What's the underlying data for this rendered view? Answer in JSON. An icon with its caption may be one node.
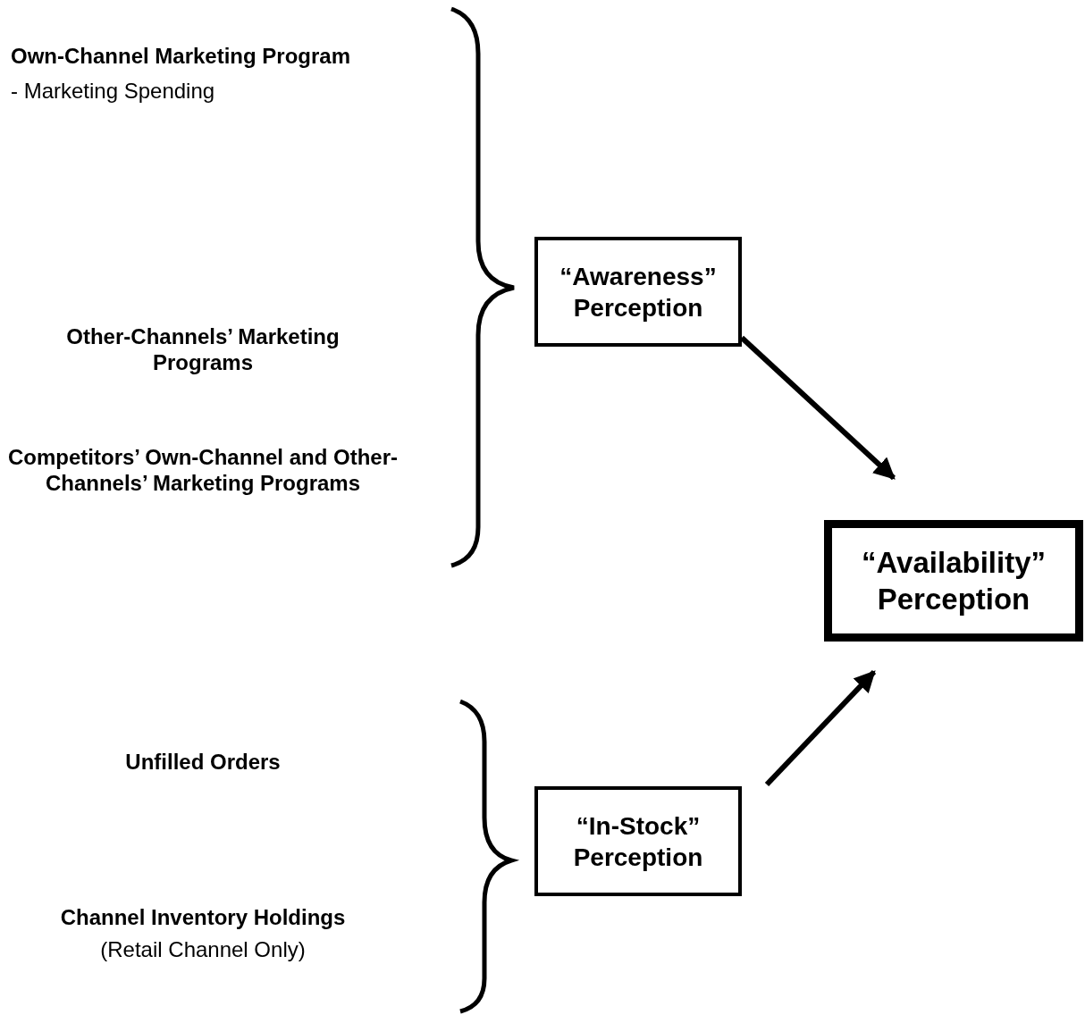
{
  "diagram": {
    "nodes": [
      {
        "text": [
          "“Awareness” Perception"
        ]
      },
      {
        "text": [
          "“Availability” Perception"
        ]
      },
      {
        "text": [
          "“In-Stock” Perception"
        ]
      }
    ],
    "edges": [
      {
        "from": 0,
        "to": 1,
        "arrow": "to"
      },
      {
        "from": 2,
        "to": 1,
        "arrow": "to"
      }
    ],
    "labels": [
      "Own-Channel Marketing Program",
      "- Marketing Spending",
      "Other-Channels’ Marketing Programs",
      "Competitors’ Own-Channel and Other-Channels’ Marketing Programs",
      "Unfilled Orders",
      "Channel Inventory Holdings",
      "(Retail Channel Only)"
    ]
  }
}
